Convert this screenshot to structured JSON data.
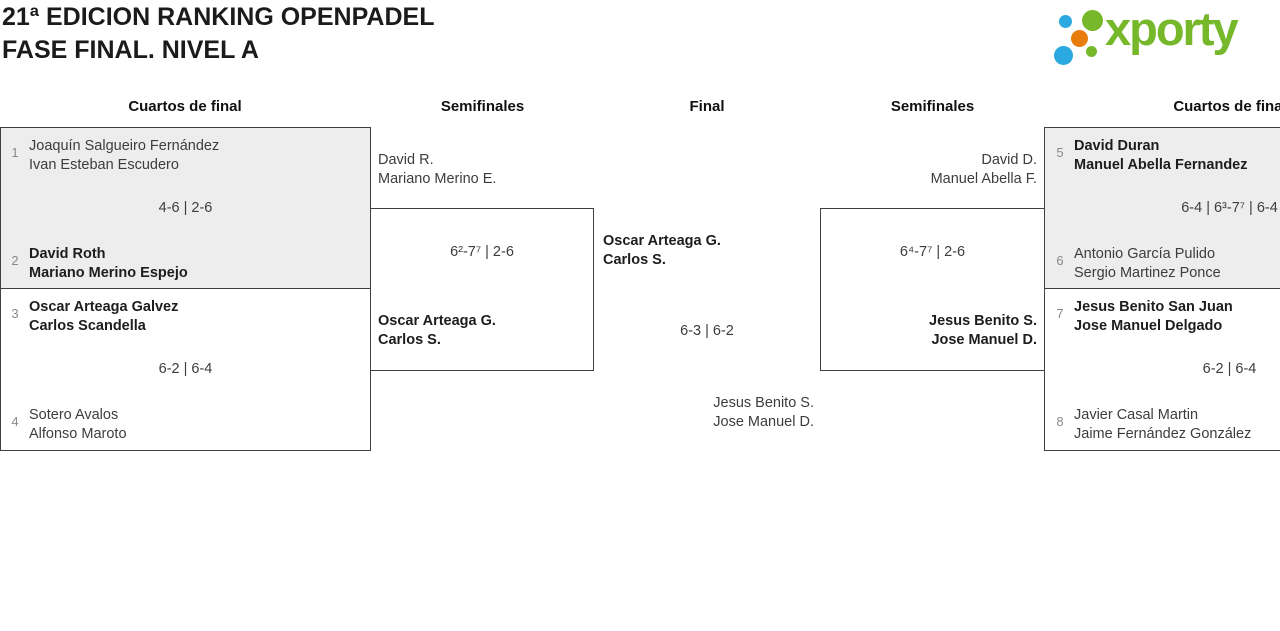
{
  "title": {
    "line1": "21ª EDICION RANKING OPENPADEL",
    "line2": "FASE FINAL. NIVEL A"
  },
  "logo": {
    "brand": "xporty"
  },
  "rounds": {
    "qf_left": "Cuartos de final",
    "sf_left": "Semifinales",
    "final": "Final",
    "sf_right": "Semifinales",
    "qf_right": "Cuartos de final"
  },
  "matches": {
    "qf_l1": {
      "winner": "bottom",
      "seed_top": "1",
      "top1": "Joaquín Salgueiro Fernández",
      "top2": "Ivan Esteban Escudero",
      "score": "4-6 | 2-6",
      "seed_bottom": "2",
      "bottom1": "David Roth",
      "bottom2": "Mariano Merino Espejo"
    },
    "qf_l2": {
      "winner": "top",
      "seed_top": "3",
      "top1": "Oscar Arteaga Galvez",
      "top2": "Carlos Scandella",
      "score": "6-2 | 6-4",
      "seed_bottom": "4",
      "bottom1": "Sotero Avalos",
      "bottom2": "Alfonso Maroto"
    },
    "sf_l": {
      "winner": "bottom",
      "top1": "David R.",
      "top2": "Mariano Merino E.",
      "score": "6²-7⁷ | 2-6",
      "bottom1": "Oscar Arteaga G.",
      "bottom2": "Carlos S."
    },
    "final": {
      "winner": "top",
      "top1": "Oscar Arteaga G.",
      "top2": "Carlos S.",
      "score": "6-3 | 6-2",
      "bottom1": "Jesus Benito S.",
      "bottom2": "Jose Manuel D."
    },
    "sf_r": {
      "winner": "bottom",
      "top1": "David D.",
      "top2": "Manuel Abella F.",
      "score": "6⁴-7⁷ | 2-6",
      "bottom1": "Jesus Benito S.",
      "bottom2": "Jose Manuel D."
    },
    "qf_r1": {
      "winner": "top",
      "seed_top": "5",
      "top1": "David Duran",
      "top2": "Manuel Abella Fernandez",
      "score": "6-4 | 6³-7⁷ | 6-4",
      "seed_bottom": "6",
      "bottom1": "Antonio García Pulido",
      "bottom2": "Sergio Martinez Ponce"
    },
    "qf_r2": {
      "winner": "top",
      "seed_top": "7",
      "top1": "Jesus Benito San Juan",
      "top2": "Jose Manuel Delgado",
      "score": "6-2 | 6-4",
      "seed_bottom": "8",
      "bottom1": "Javier Casal Martin",
      "bottom2": "Jaime Fernández González"
    }
  },
  "colors": {
    "accent_green": "#76b82a",
    "accent_blue": "#2aa9e0",
    "accent_orange": "#e87d0e",
    "box_shade": "#ededed",
    "border": "#3f3f3f"
  }
}
